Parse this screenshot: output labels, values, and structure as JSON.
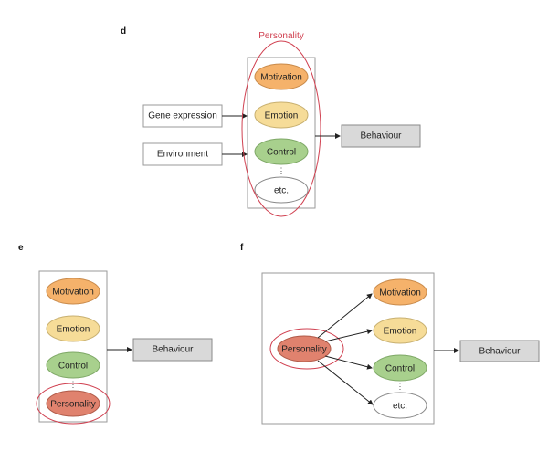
{
  "colors": {
    "motivation": "#f5b26b",
    "emotion": "#f6dc98",
    "control": "#a8d08d",
    "etc": "#ffffff",
    "personality": "#e0826e",
    "behaviour_box": "#d9d9d9",
    "highlight": "#d04050"
  },
  "panel_d": {
    "letter": "d",
    "title": "Personality",
    "inputs": [
      "Gene expression",
      "Environment"
    ],
    "components": [
      "Motivation",
      "Emotion",
      "Control",
      "etc."
    ],
    "ellipsis": "⋮",
    "output": "Behaviour"
  },
  "panel_e": {
    "letter": "e",
    "components": [
      "Motivation",
      "Emotion",
      "Control",
      "Personality"
    ],
    "ellipsis": "⋮",
    "output": "Behaviour"
  },
  "panel_f": {
    "letter": "f",
    "source": "Personality",
    "components": [
      "Motivation",
      "Emotion",
      "Control",
      "etc."
    ],
    "ellipsis": "⋮",
    "output": "Behaviour"
  }
}
